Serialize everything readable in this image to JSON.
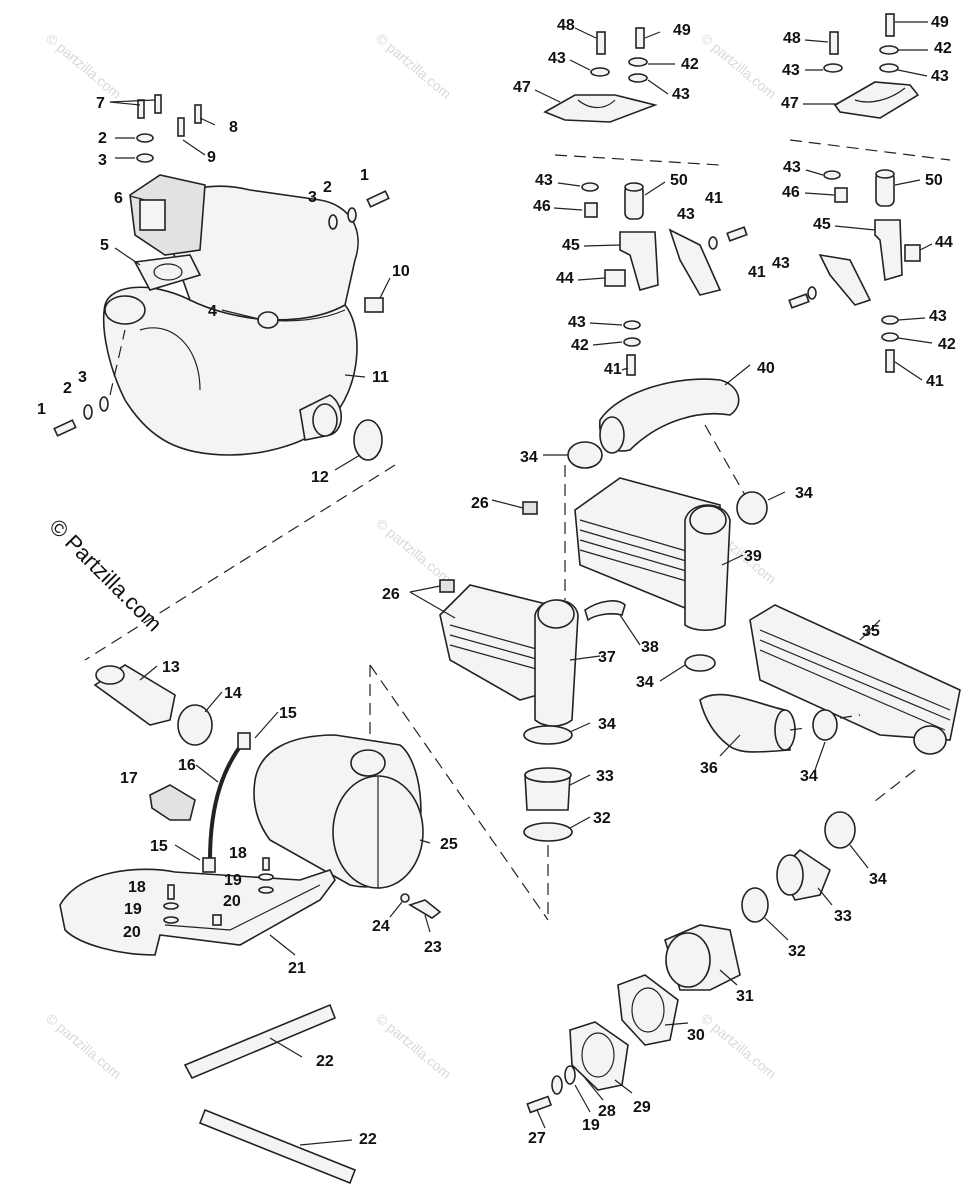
{
  "copyright_text": "© Partzilla.com",
  "watermark_text": "© partzilla.com",
  "callouts": {
    "c1a": "1",
    "c1b": "1",
    "c2a": "2",
    "c2b": "2",
    "c2c": "2",
    "c3a": "3",
    "c3b": "3",
    "c3c": "3",
    "c4": "4",
    "c5": "5",
    "c6": "6",
    "c7": "7",
    "c8": "8",
    "c9": "9",
    "c10": "10",
    "c11": "11",
    "c12": "12",
    "c13": "13",
    "c14": "14",
    "c15a": "15",
    "c15b": "15",
    "c16": "16",
    "c17": "17",
    "c18a": "18",
    "c18b": "18",
    "c19a": "19",
    "c19b": "19",
    "c19c": "19",
    "c20a": "20",
    "c20b": "20",
    "c21": "21",
    "c22a": "22",
    "c22b": "22",
    "c23": "23",
    "c24": "24",
    "c25": "25",
    "c26a": "26",
    "c26b": "26",
    "c27": "27",
    "c28": "28",
    "c29": "29",
    "c30": "30",
    "c31": "31",
    "c32a": "32",
    "c32b": "32",
    "c33a": "33",
    "c33b": "33",
    "c34a": "34",
    "c34b": "34",
    "c34c": "34",
    "c34d": "34",
    "c34e": "34",
    "c34f": "34",
    "c35": "35",
    "c36": "36",
    "c37": "37",
    "c38": "38",
    "c39": "39",
    "c40": "40",
    "c41a": "41",
    "c41b": "41",
    "c41c": "41",
    "c41d": "41",
    "c42a": "42",
    "c42b": "42",
    "c42c": "42",
    "c42d": "42",
    "c43a": "43",
    "c43b": "43",
    "c43c": "43",
    "c43d": "43",
    "c43e": "43",
    "c43f": "43",
    "c43g": "43",
    "c43h": "43",
    "c43i": "43",
    "c43j": "43",
    "c44a": "44",
    "c44b": "44",
    "c45a": "45",
    "c45b": "45",
    "c46a": "46",
    "c46b": "46",
    "c47a": "47",
    "c47b": "47",
    "c48a": "48",
    "c48b": "48",
    "c49a": "49",
    "c49b": "49",
    "c50a": "50",
    "c50b": "50"
  }
}
